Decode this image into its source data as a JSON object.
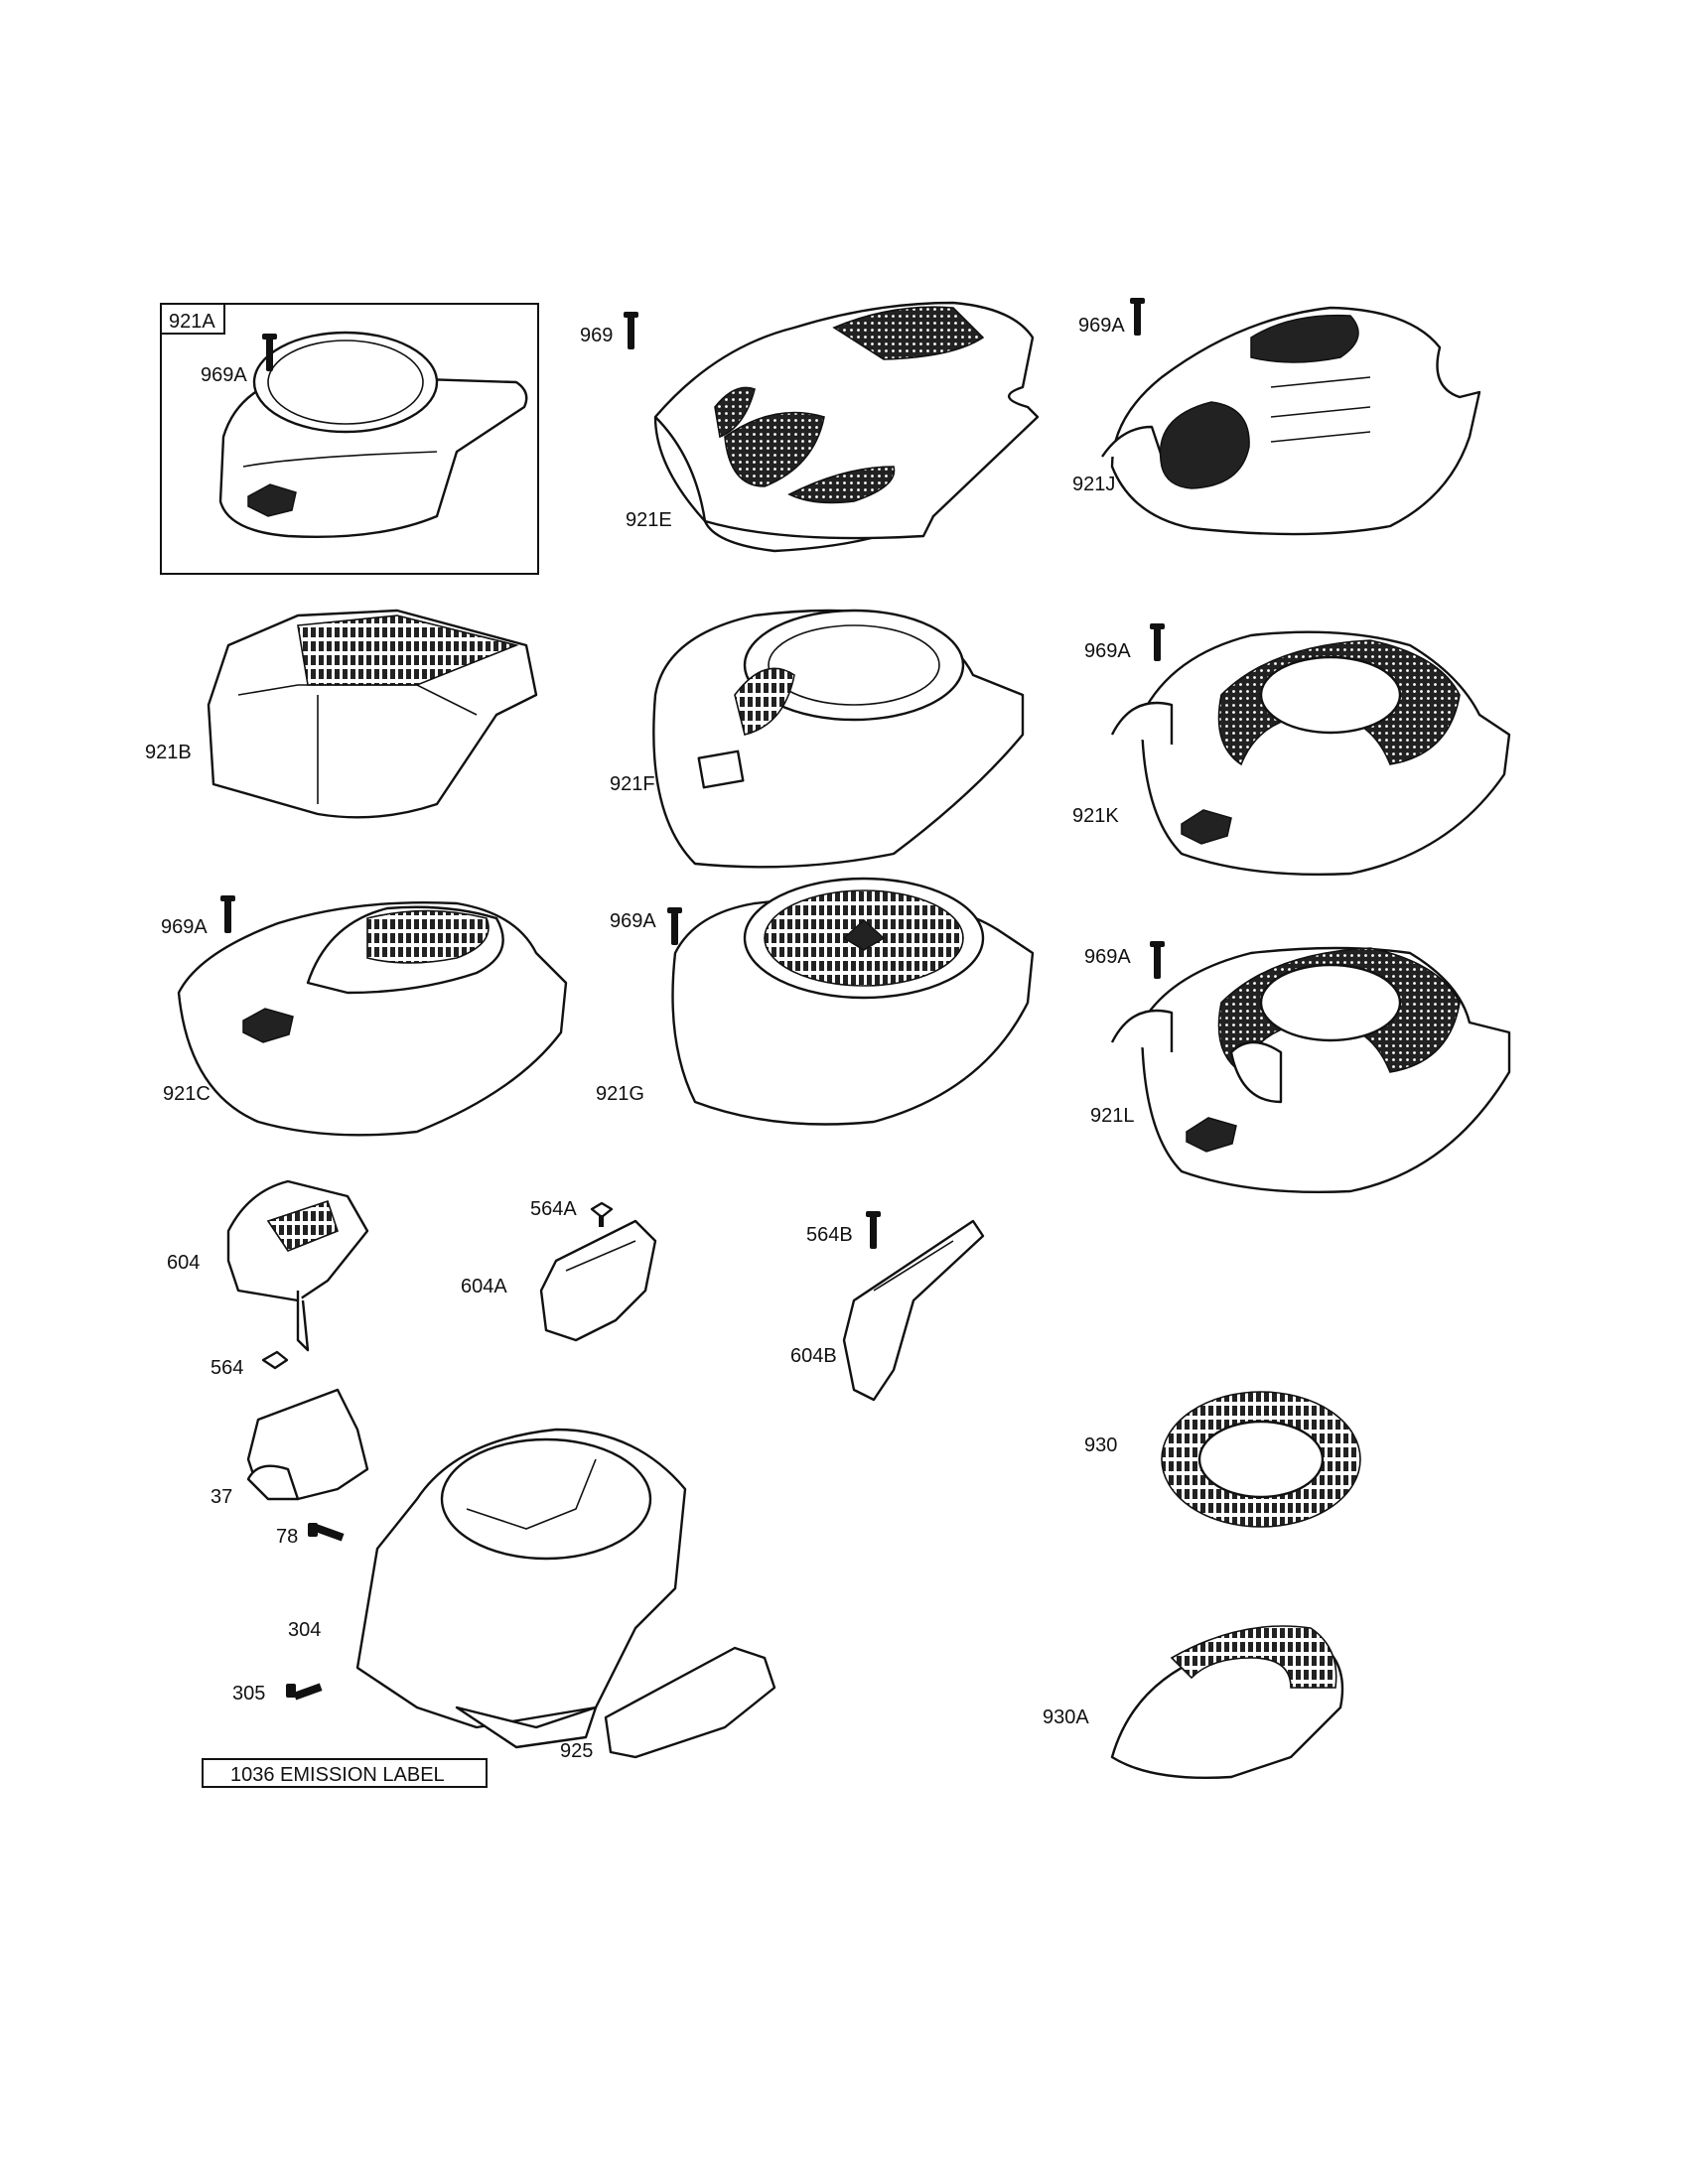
{
  "labels": {
    "p921A": "921A",
    "p969A_a": "969A",
    "p969": "969",
    "p921E": "921E",
    "p969A_b": "969A",
    "p921J": "921J",
    "p921B": "921B",
    "p921F": "921F",
    "p969A_c": "969A",
    "p921K": "921K",
    "p969A_d": "969A",
    "p921C": "921C",
    "p969A_e": "969A",
    "p921G": "921G",
    "p969A_f": "969A",
    "p921L": "921L",
    "p604": "604",
    "p564A": "564A",
    "p604A": "604A",
    "p564B": "564B",
    "p564": "564",
    "p604B": "604B",
    "p37": "37",
    "p78": "78",
    "p930": "930",
    "p304": "304",
    "p305": "305",
    "p925": "925",
    "p930A": "930A",
    "emission": "1036 EMISSION LABEL"
  }
}
